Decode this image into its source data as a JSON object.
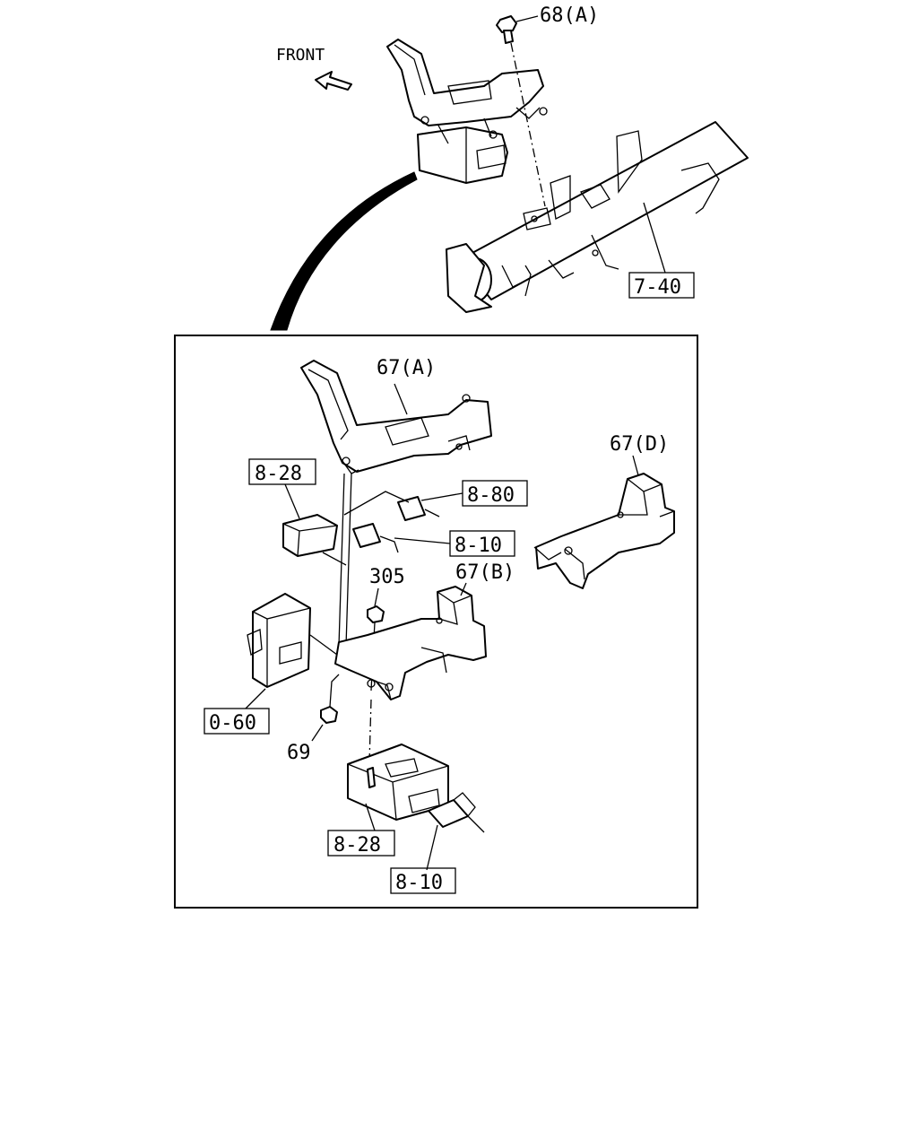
{
  "direction_label": "FRONT",
  "callouts": {
    "bolt_68a": "68(A)",
    "crossbar_ref": "7-40",
    "bracket_67a": "67(A)",
    "bracket_67d": "67(D)",
    "bracket_67b": "67(B)",
    "module_ref_upper": "8-28",
    "connector_ref_880": "8-80",
    "connector_ref_810_upper": "8-10",
    "nut_305": "305",
    "control_unit_ref": "0-60",
    "nut_69": "69",
    "module_ref_lower": "8-28",
    "connector_ref_810_lower": "8-10"
  }
}
